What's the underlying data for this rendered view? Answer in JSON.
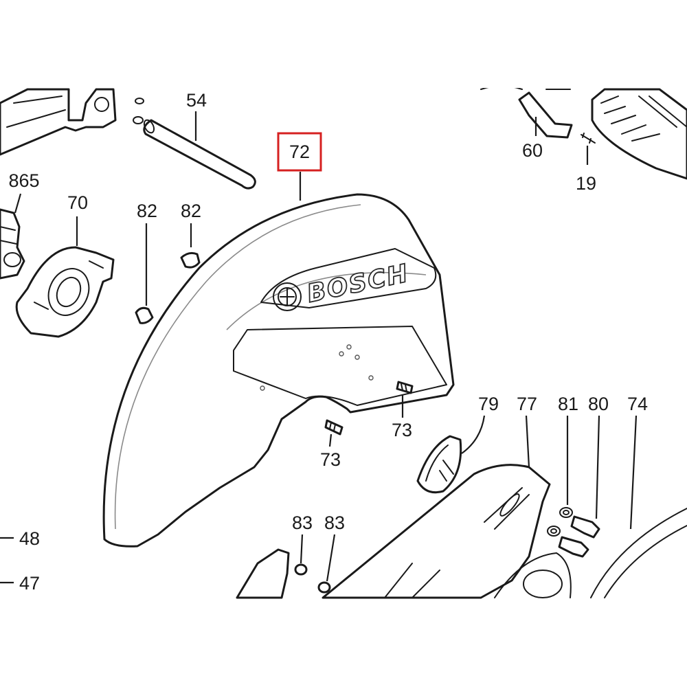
{
  "diagram": {
    "highlighted_part": "72",
    "highlight_color": "#d62020",
    "line_color": "#1a1a1a",
    "brand_text": "BOSCH",
    "part_labels": {
      "p54": "54",
      "p72": "72",
      "p60": "60",
      "p19": "19",
      "p865": "865",
      "p70": "70",
      "p82a": "82",
      "p82b": "82",
      "p73a": "73",
      "p73b": "73",
      "p79": "79",
      "p77": "77",
      "p81": "81",
      "p80": "80",
      "p74": "74",
      "p83a": "83",
      "p83b": "83",
      "p48": "48",
      "p47": "47"
    }
  }
}
